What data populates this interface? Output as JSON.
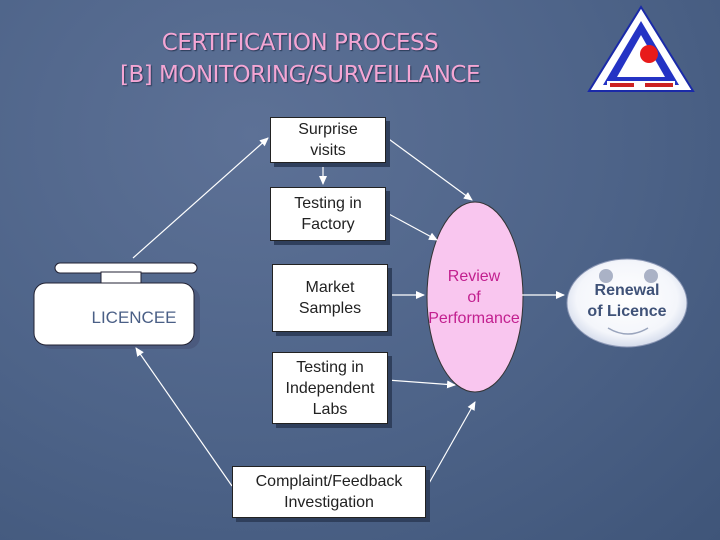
{
  "slide": {
    "title_line1": "CERTIFICATION PROCESS",
    "title_line2": "[B] MONITORING/SURVEILLANCE"
  },
  "diagram": {
    "nodes": {
      "surprise_visits": [
        "Surprise",
        "visits"
      ],
      "testing_factory": [
        "Testing in",
        "Factory"
      ],
      "market_samples": [
        "Market",
        "Samples"
      ],
      "testing_labs": [
        "Testing in",
        "Independent",
        "Labs"
      ],
      "complaint": [
        "Complaint/Feedback",
        "Investigation"
      ],
      "review": [
        "Review",
        "of",
        "Performance"
      ],
      "renewal": [
        "Renewal",
        "of Licence"
      ],
      "licencee": "LICENCEE"
    }
  },
  "colors": {
    "background": "#4d6388",
    "title": "#f4a6d4",
    "review_fill": "#f9c6ef",
    "review_text": "#c2208f",
    "renewal_text": "#3f5278",
    "arrow": "#ffffff"
  },
  "logo": {
    "icon": "bis-logo-icon"
  }
}
